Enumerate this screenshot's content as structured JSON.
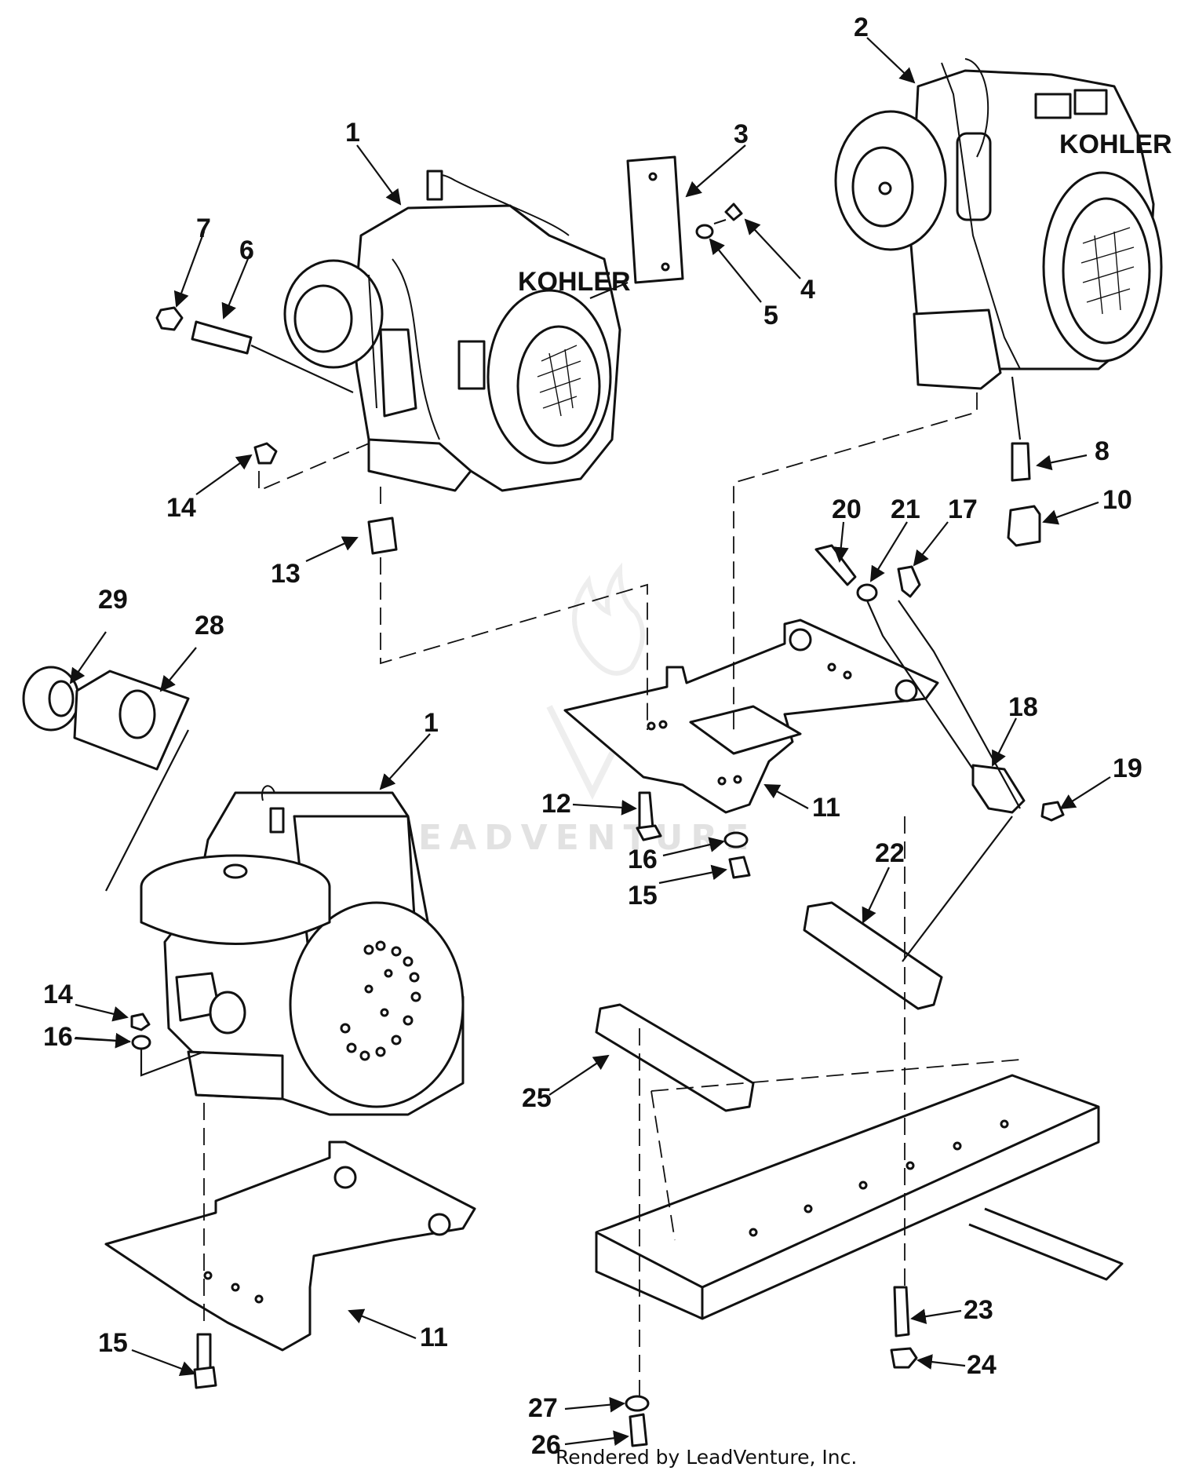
{
  "watermark": "LEADVENTURE",
  "credit": "Rendered by LeadVenture, Inc.",
  "callouts": [
    {
      "id": "c1a",
      "label": "1"
    },
    {
      "id": "c1b",
      "label": "1"
    },
    {
      "id": "c2",
      "label": "2"
    },
    {
      "id": "c3",
      "label": "3"
    },
    {
      "id": "c4",
      "label": "4"
    },
    {
      "id": "c5",
      "label": "5"
    },
    {
      "id": "c6",
      "label": "6"
    },
    {
      "id": "c7",
      "label": "7"
    },
    {
      "id": "c8",
      "label": "8"
    },
    {
      "id": "c10",
      "label": "10"
    },
    {
      "id": "c11a",
      "label": "11"
    },
    {
      "id": "c11b",
      "label": "11"
    },
    {
      "id": "c12",
      "label": "12"
    },
    {
      "id": "c13",
      "label": "13"
    },
    {
      "id": "c14a",
      "label": "14"
    },
    {
      "id": "c14b",
      "label": "14"
    },
    {
      "id": "c15a",
      "label": "15"
    },
    {
      "id": "c15b",
      "label": "15"
    },
    {
      "id": "c16a",
      "label": "16"
    },
    {
      "id": "c16b",
      "label": "16"
    },
    {
      "id": "c17",
      "label": "17"
    },
    {
      "id": "c18",
      "label": "18"
    },
    {
      "id": "c19",
      "label": "19"
    },
    {
      "id": "c20",
      "label": "20"
    },
    {
      "id": "c21",
      "label": "21"
    },
    {
      "id": "c22",
      "label": "22"
    },
    {
      "id": "c23",
      "label": "23"
    },
    {
      "id": "c24",
      "label": "24"
    },
    {
      "id": "c25",
      "label": "25"
    },
    {
      "id": "c26",
      "label": "26"
    },
    {
      "id": "c27",
      "label": "27"
    },
    {
      "id": "c28",
      "label": "28"
    },
    {
      "id": "c29",
      "label": "29"
    }
  ]
}
